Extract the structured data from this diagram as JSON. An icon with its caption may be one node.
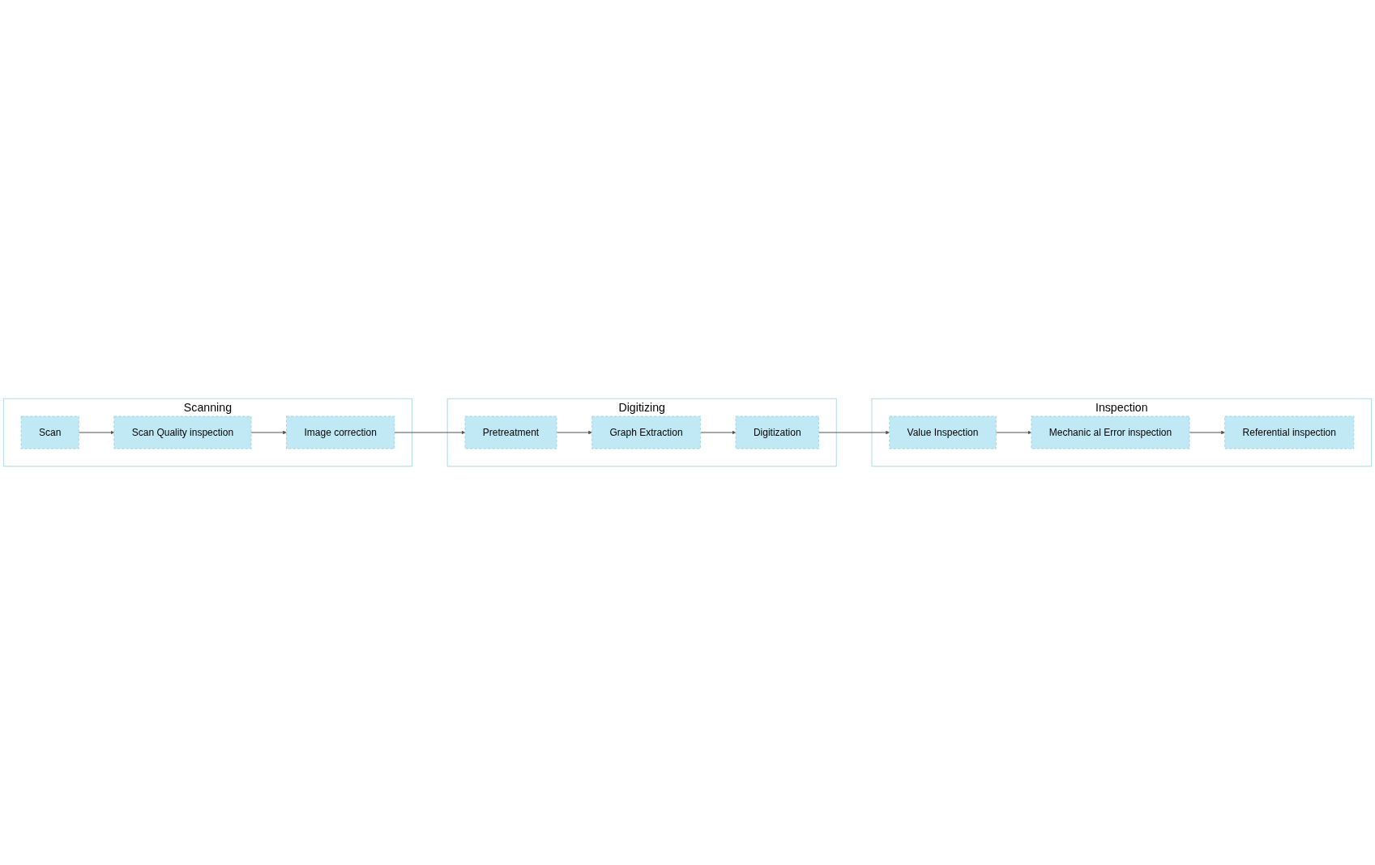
{
  "diagram": {
    "nodes": [
      {
        "text": [
          "Scanning"
        ]
      },
      {
        "text": [
          "Scan"
        ],
        "in": 0
      },
      {
        "text": [
          "Scan Quality inspection"
        ],
        "in": 0
      },
      {
        "text": [
          "Image correction"
        ],
        "in": 0
      },
      {
        "text": [
          "Digitizing"
        ]
      },
      {
        "text": [
          "Pretreatment"
        ],
        "in": 4
      },
      {
        "text": [
          "Graph Extraction"
        ],
        "in": 4
      },
      {
        "text": [
          "Digitization"
        ],
        "in": 4
      },
      {
        "text": [
          "Inspection"
        ]
      },
      {
        "text": [
          "Value Inspection"
        ],
        "in": 8
      },
      {
        "text": [
          "Mechanic al Error inspection"
        ],
        "in": 8
      },
      {
        "text": [
          "Referential inspection"
        ],
        "in": 8
      }
    ],
    "edges": [
      {
        "from": 1,
        "to": 2,
        "arrow": "to"
      },
      {
        "from": 2,
        "to": 3,
        "arrow": "to"
      },
      {
        "from": 3,
        "to": 5,
        "arrow": "to"
      },
      {
        "from": 5,
        "to": 6,
        "arrow": "to"
      },
      {
        "from": 6,
        "to": 7,
        "arrow": "to"
      },
      {
        "from": 7,
        "to": 9,
        "arrow": "to"
      },
      {
        "from": 9,
        "to": 10,
        "arrow": "to"
      },
      {
        "from": 10,
        "to": 11,
        "arrow": "to"
      }
    ]
  }
}
